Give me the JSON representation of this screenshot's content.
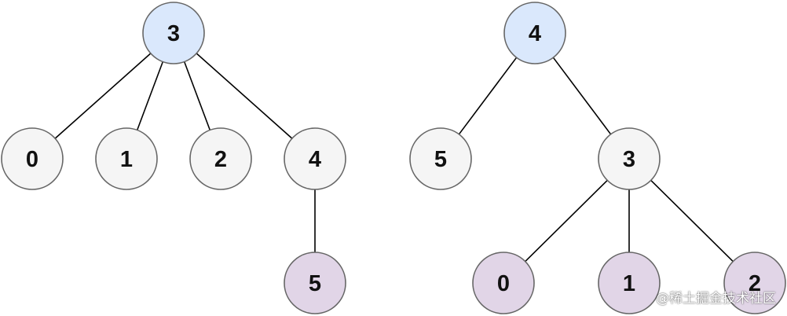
{
  "colors": {
    "root": "#dae8fc",
    "root_stroke": "#6c8ebf",
    "plain": "#f5f5f5",
    "plain_stroke": "#666666",
    "highlight": "#e1d5e7",
    "highlight_stroke": "#9673a6"
  },
  "trees": [
    {
      "nodes": [
        {
          "id": "t1-3",
          "label": "3",
          "kind": "root"
        },
        {
          "id": "t1-0",
          "label": "0",
          "kind": "plain"
        },
        {
          "id": "t1-1",
          "label": "1",
          "kind": "plain"
        },
        {
          "id": "t1-2",
          "label": "2",
          "kind": "plain"
        },
        {
          "id": "t1-4",
          "label": "4",
          "kind": "plain"
        },
        {
          "id": "t1-5",
          "label": "5",
          "kind": "highlight"
        }
      ],
      "edges": [
        [
          "t1-3",
          "t1-0"
        ],
        [
          "t1-3",
          "t1-1"
        ],
        [
          "t1-3",
          "t1-2"
        ],
        [
          "t1-3",
          "t1-4"
        ],
        [
          "t1-4",
          "t1-5"
        ]
      ]
    },
    {
      "nodes": [
        {
          "id": "t2-4",
          "label": "4",
          "kind": "root"
        },
        {
          "id": "t2-5",
          "label": "5",
          "kind": "plain"
        },
        {
          "id": "t2-3",
          "label": "3",
          "kind": "plain"
        },
        {
          "id": "t2-0",
          "label": "0",
          "kind": "highlight"
        },
        {
          "id": "t2-1",
          "label": "1",
          "kind": "highlight"
        },
        {
          "id": "t2-2",
          "label": "2",
          "kind": "highlight"
        }
      ],
      "edges": [
        [
          "t2-4",
          "t2-5"
        ],
        [
          "t2-4",
          "t2-3"
        ],
        [
          "t2-3",
          "t2-0"
        ],
        [
          "t2-3",
          "t2-1"
        ],
        [
          "t2-3",
          "t2-2"
        ]
      ]
    }
  ],
  "watermark": "@稀土掘金技术社区"
}
